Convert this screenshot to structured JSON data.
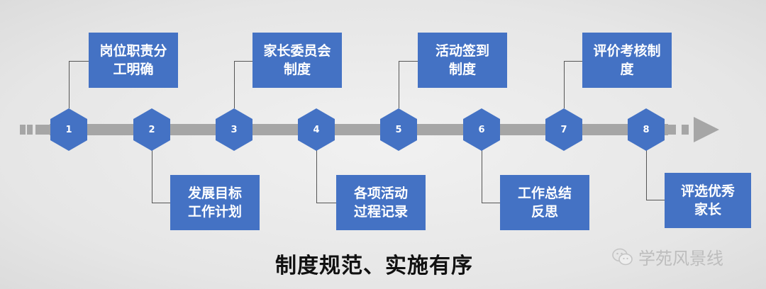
{
  "colors": {
    "node": "#4472c4",
    "axis": "#a6a6a6",
    "connector": "#555555",
    "text_on_node": "#ffffff"
  },
  "timeline": {
    "nodes": [
      {
        "number": "1",
        "label_lines": [
          "岗位职责分",
          "工明确"
        ],
        "position": "above"
      },
      {
        "number": "2",
        "label_lines": [
          "发展目标",
          "工作计划"
        ],
        "position": "below"
      },
      {
        "number": "3",
        "label_lines": [
          "家长委员会",
          "制度"
        ],
        "position": "above"
      },
      {
        "number": "4",
        "label_lines": [
          "各项活动",
          "过程记录"
        ],
        "position": "below"
      },
      {
        "number": "5",
        "label_lines": [
          "活动签到",
          "制度"
        ],
        "position": "above"
      },
      {
        "number": "6",
        "label_lines": [
          "工作总结",
          "反思"
        ],
        "position": "below"
      },
      {
        "number": "7",
        "label_lines": [
          "评价考核制",
          "度"
        ],
        "position": "above"
      },
      {
        "number": "8",
        "label_lines": [
          "评选优秀",
          "家长"
        ],
        "position": "below"
      }
    ]
  },
  "title": "制度规范、实施有序",
  "watermark": {
    "icon": "wechat-icon",
    "text": "学苑风景线"
  }
}
